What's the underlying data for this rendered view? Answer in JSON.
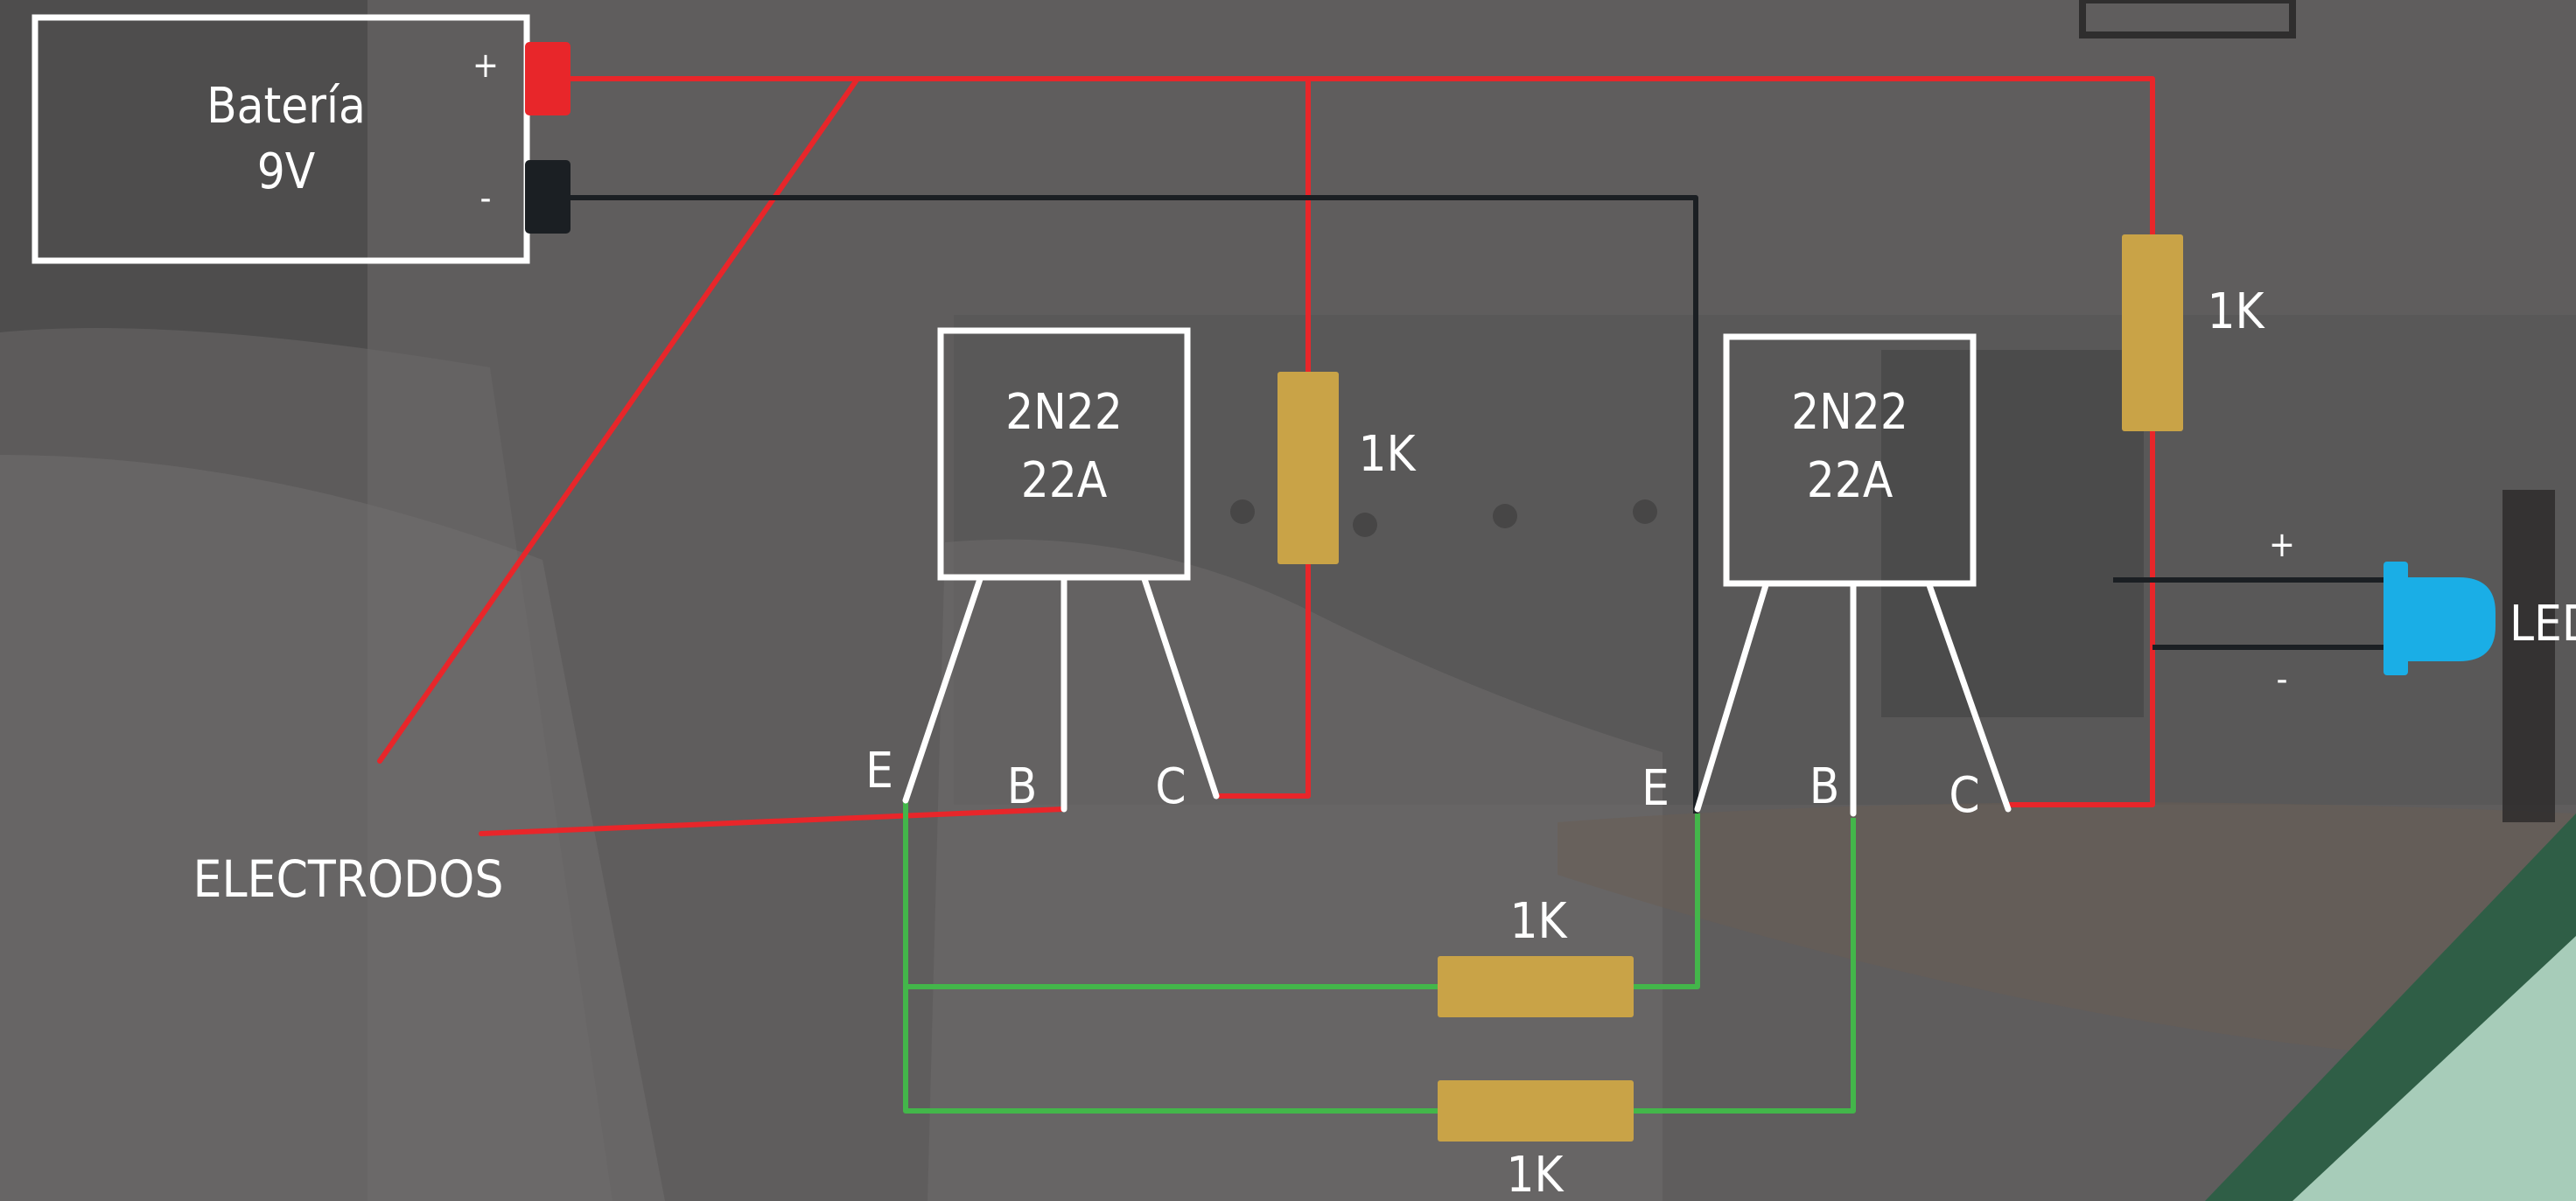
{
  "battery": {
    "line1": "Batería",
    "line2": "9V",
    "plus": "+",
    "minus": "-"
  },
  "transistors": [
    {
      "line1": "2N22",
      "line2": "22A",
      "pins": [
        "E",
        "B",
        "C"
      ]
    },
    {
      "line1": "2N22",
      "line2": "22A",
      "pins": [
        "E",
        "B",
        "C"
      ]
    }
  ],
  "resistors": {
    "r1": "1K",
    "r2": "1K",
    "r3": "1K",
    "r4": "1K"
  },
  "led": {
    "label": "LED",
    "plus": "+",
    "minus": "-"
  },
  "electrodes": "ELECTRODOS",
  "colors": {
    "positive_wire": "#e8262a",
    "negative_wire": "#1b1f23",
    "green_wire": "#43b64a",
    "resistor": "#c9a347",
    "led": "#1aaee6",
    "outline": "#ffffff"
  }
}
